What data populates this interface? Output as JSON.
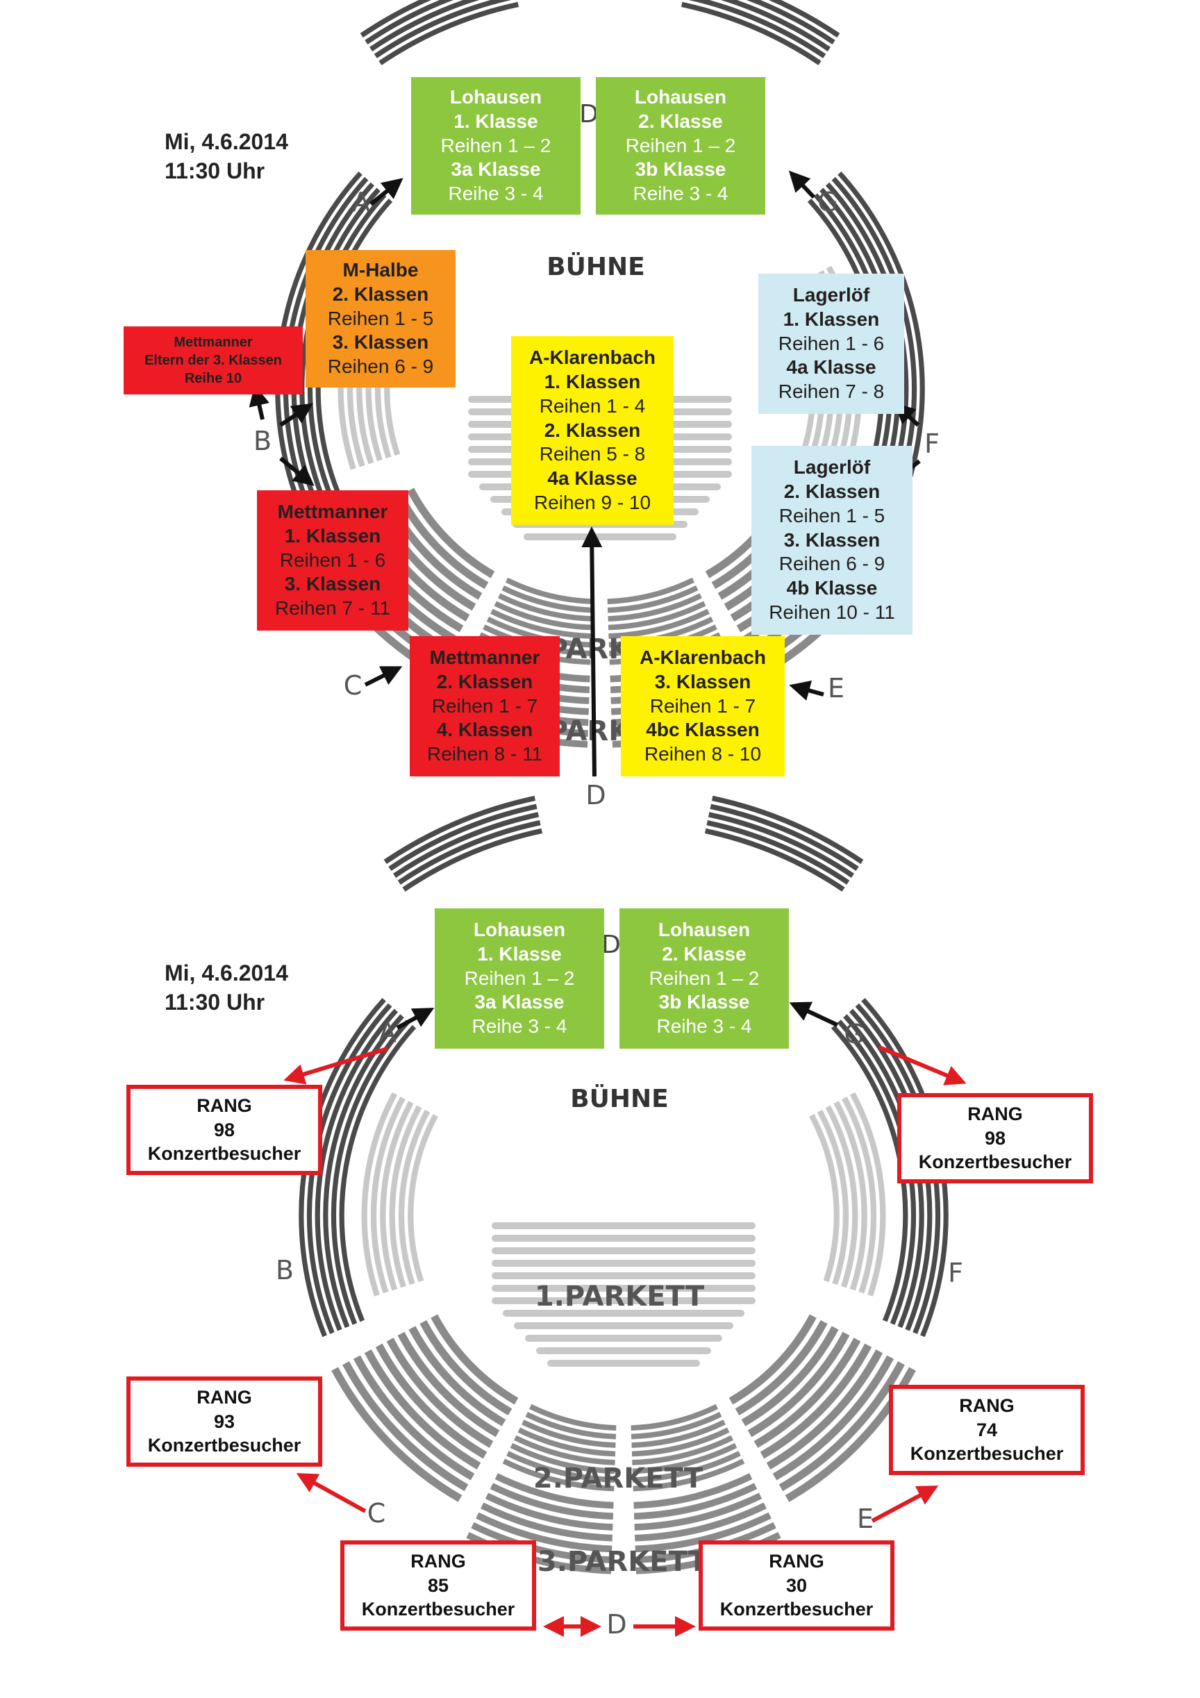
{
  "top_plan": {
    "date": "Mi, 4.6.2014",
    "time": "11:30 Uhr",
    "stage_label": "BÜHNE",
    "parkett_labels": [
      "PARK",
      "PARK"
    ],
    "entrances": [
      "A",
      "B",
      "C",
      "D",
      "E",
      "F",
      "G"
    ],
    "stage_entrance": "D",
    "boxes": {
      "lohausen1": [
        "Lohausen",
        "1. Klasse",
        "Reihen 1 – 2",
        "3a  Klasse",
        "Reihe  3 - 4"
      ],
      "lohausen2": [
        "Lohausen",
        "2. Klasse",
        "Reihen 1 – 2",
        "3b  Klasse",
        "Reihe  3 - 4"
      ],
      "mhalbe": [
        "M-Halbe",
        "2. Klassen",
        "Reihen 1 - 5",
        "3. Klassen",
        "Reihen 6 - 9"
      ],
      "mettmanner_eltern": [
        "Mettmanner",
        "Eltern der 3. Klassen",
        "Reihe 10"
      ],
      "aklarenbach1": [
        "A-Klarenbach",
        "1. Klassen",
        "Reihen 1 - 4",
        "2. Klassen",
        "Reihen 5 - 8",
        "4a Klasse",
        "Reihen 9 - 10"
      ],
      "lagerloef1": [
        "Lagerlöf",
        "1. Klassen",
        "Reihen 1 - 6",
        "4a Klasse",
        "Reihen 7 - 8"
      ],
      "mettmanner1": [
        "Mettmanner",
        "1. Klassen",
        "Reihen 1 - 6",
        "3. Klassen",
        "Reihen 7 - 11"
      ],
      "lagerloef2": [
        "Lagerlöf",
        "2. Klassen",
        "Reihen 1 - 5",
        "3. Klassen",
        "Reihen 6 - 9",
        "4b Klasse",
        "Reihen 10 - 11"
      ],
      "mettmanner2": [
        "Mettmanner",
        "2. Klassen",
        "Reihen 1 - 7",
        "4. Klassen",
        "Reihen 8 - 11"
      ],
      "aklarenbach2": [
        "A-Klarenbach",
        "3. Klassen",
        "Reihen 1 - 7",
        "4bc Klassen",
        "Reihen 8 - 10"
      ]
    }
  },
  "bottom_plan": {
    "date": "Mi, 4.6.2014",
    "time": "11:30 Uhr",
    "stage_label": "BÜHNE",
    "parkett_labels": [
      "1.PARKETT",
      "2.PARKETT",
      "3.PARKETT"
    ],
    "entrances": [
      "A",
      "B",
      "C",
      "D",
      "E",
      "F",
      "G"
    ],
    "stage_entrance": "D",
    "boxes": {
      "lohausen1": [
        "Lohausen",
        "1. Klasse",
        "Reihen 1 – 2",
        "3a  Klasse",
        "Reihe  3 - 4"
      ],
      "lohausen2": [
        "Lohausen",
        "2. Klasse",
        "Reihen 1 – 2",
        "3b  Klasse",
        "Reihe  3 - 4"
      ],
      "rang_tl": [
        "RANG",
        "98",
        "Konzertbesucher"
      ],
      "rang_tr": [
        "RANG",
        "98",
        "Konzertbesucher"
      ],
      "rang_ml": [
        "RANG",
        "93",
        "Konzertbesucher"
      ],
      "rang_mr": [
        "RANG",
        "74",
        "Konzertbesucher"
      ],
      "rang_bl": [
        "RANG",
        "85",
        "Konzertbesucher"
      ],
      "rang_br": [
        "RANG",
        "30",
        "Konzertbesucher"
      ]
    }
  },
  "colors": {
    "green": "#8dc63f",
    "orange": "#f7941d",
    "yellow": "#fff200",
    "light_blue": "#cfeaf3",
    "red": "#ed1c24",
    "arrow_red": "#e11b22",
    "arrow_black": "#111111",
    "seat_dark": "#4a4a4a",
    "seat_mid": "#8a8a8a",
    "seat_light": "#c8c8c8"
  }
}
